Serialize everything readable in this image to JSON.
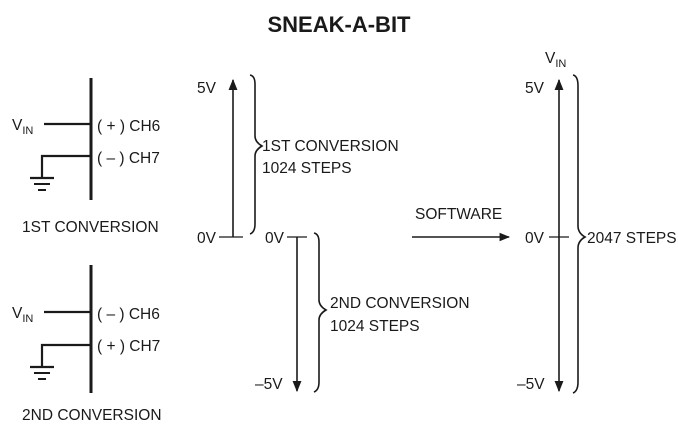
{
  "title": "SNEAK-A-BIT",
  "config1": {
    "vin": "V",
    "vin_sub": "IN",
    "pin_top": "( + ) CH6",
    "pin_bottom": "( – ) CH7",
    "caption": "1ST CONVERSION"
  },
  "config2": {
    "vin": "V",
    "vin_sub": "IN",
    "pin_top": "( – ) CH6",
    "pin_bottom": "( + ) CH7",
    "caption": "2ND CONVERSION"
  },
  "scale1": {
    "top_label": "5V",
    "bottom_label": "0V",
    "desc_line1": "1ST CONVERSION",
    "desc_line2": "1024 STEPS"
  },
  "scale2": {
    "top_label": "0V",
    "bottom_label": "–5V",
    "desc_line1": "2ND CONVERSION",
    "desc_line2": "1024 STEPS"
  },
  "software_label": "SOFTWARE",
  "scale3": {
    "vin": "V",
    "vin_sub": "IN",
    "top_label": "5V",
    "mid_label": "0V",
    "bottom_label": "–5V",
    "desc": "2047 STEPS"
  }
}
